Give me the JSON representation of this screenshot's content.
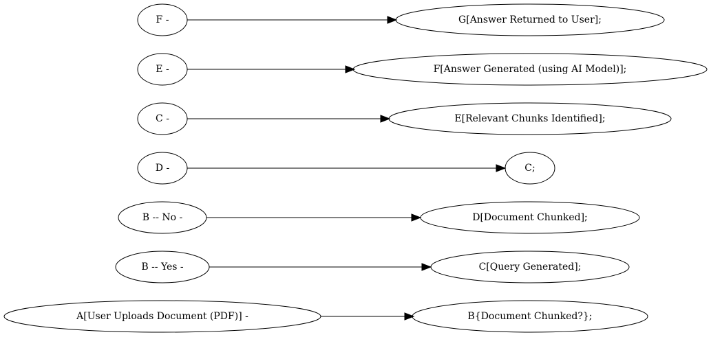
{
  "diagram": {
    "rows": [
      {
        "source": "F -",
        "target": "G[Answer Returned to User];"
      },
      {
        "source": "E -",
        "target": "F[Answer Generated (using AI Model)];"
      },
      {
        "source": "C -",
        "target": "E[Relevant Chunks Identified];"
      },
      {
        "source": "D -",
        "target": "C;"
      },
      {
        "source": "B -- No -",
        "target": "D[Document Chunked];"
      },
      {
        "source": "B -- Yes -",
        "target": "C[Query Generated];"
      },
      {
        "source": "A[User Uploads Document (PDF)] -",
        "target": "B{Document Chunked?};"
      }
    ]
  }
}
